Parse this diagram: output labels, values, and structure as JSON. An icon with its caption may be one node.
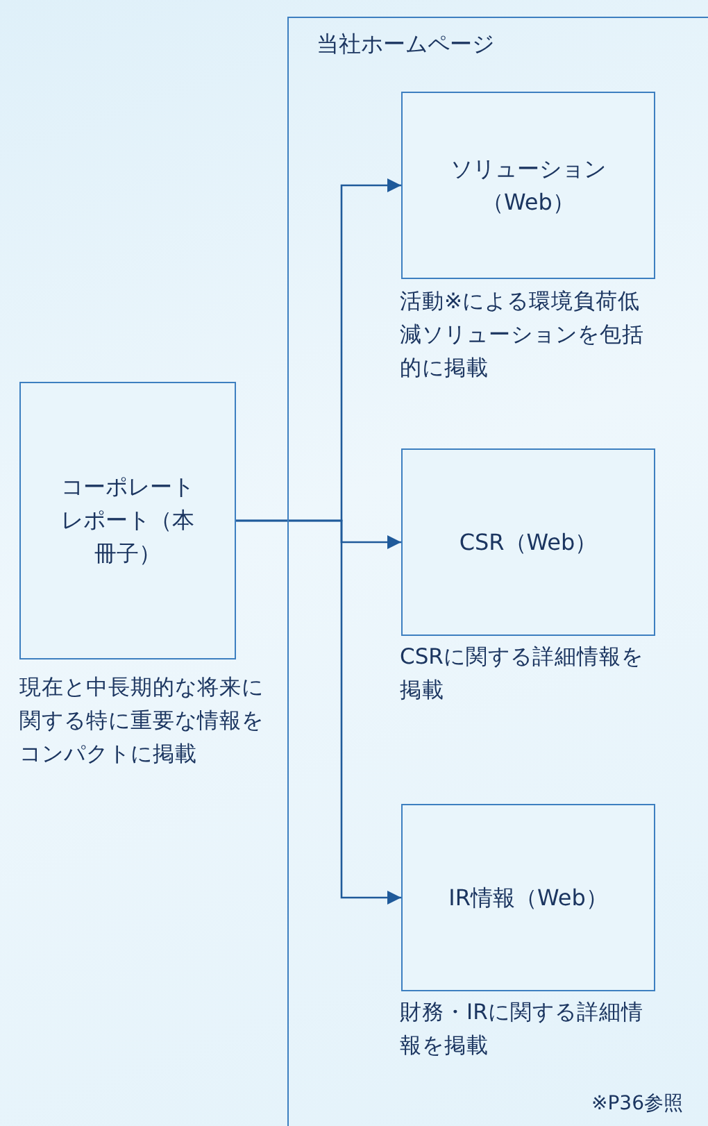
{
  "diagram": {
    "nodes": [
      {
        "text": [
          "コーポレートレポート（本冊子）"
        ],
        "beside": [
          "現在と中長期的な将来に関する特に重要な情報をコンパクトに掲載"
        ]
      },
      {
        "text": [
          "当社ホームページ"
        ]
      },
      {
        "text": [
          "ソリューション（Web）"
        ],
        "in": 1,
        "beside": [
          "活動※による環境負荷低減ソリューションを包括的に掲載"
        ]
      },
      {
        "text": [
          "CSR（Web）"
        ],
        "in": 1,
        "beside": [
          "CSRに関する詳細情報を掲載"
        ]
      },
      {
        "text": [
          "IR情報（Web）"
        ],
        "in": 1,
        "beside": [
          "財務・IRに関する詳細情報を掲載"
        ]
      }
    ],
    "edges": [
      {
        "from": 0,
        "to": 2,
        "arrow": "to"
      },
      {
        "from": 0,
        "to": 3,
        "arrow": "to"
      },
      {
        "from": 0,
        "to": 4,
        "arrow": "to"
      }
    ],
    "labels": [
      "※P36参照"
    ]
  }
}
